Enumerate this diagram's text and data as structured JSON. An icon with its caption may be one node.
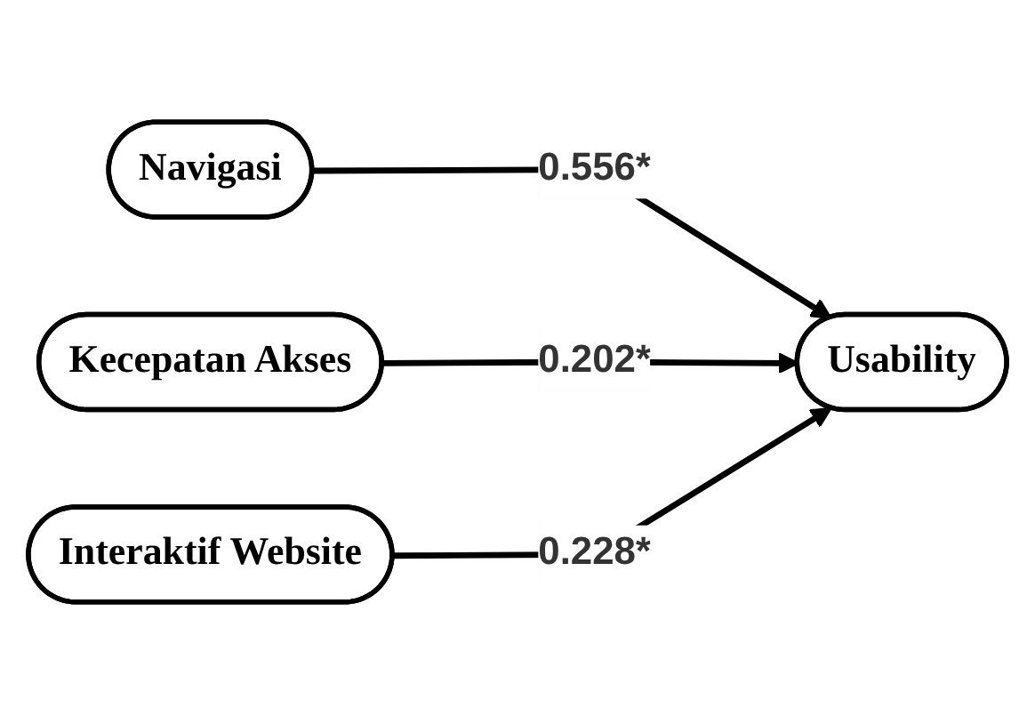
{
  "diagram": {
    "nodes": [
      {
        "text": [
          "Navigasi"
        ]
      },
      {
        "text": [
          "Kecepatan Akses"
        ]
      },
      {
        "text": [
          "Interaktif Website"
        ]
      },
      {
        "text": [
          "Usability"
        ]
      }
    ],
    "edges": [
      {
        "from": 0,
        "to": 3,
        "arrow": "to",
        "label": "0.556*"
      },
      {
        "from": 1,
        "to": 3,
        "arrow": "to",
        "label": "0.202*"
      },
      {
        "from": 2,
        "to": 3,
        "arrow": "to",
        "label": "0.228*"
      }
    ]
  }
}
